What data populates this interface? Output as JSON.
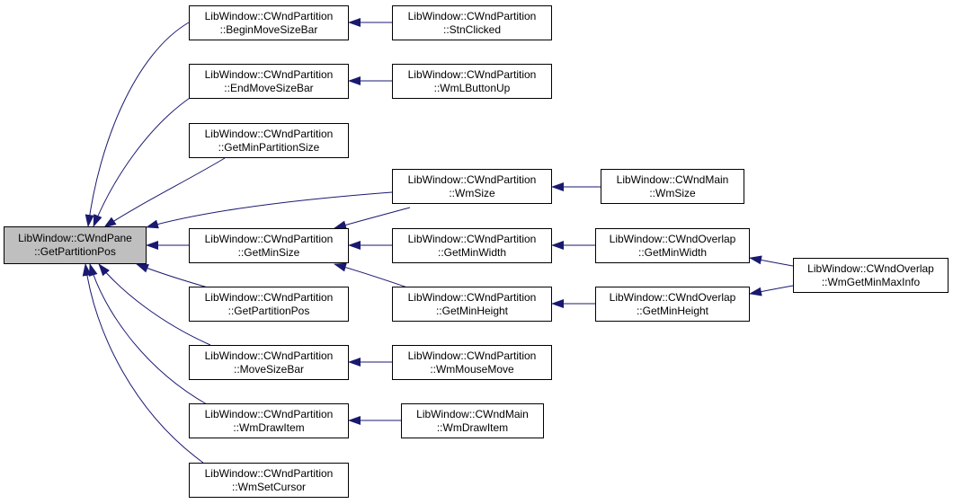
{
  "colors": {
    "root_fill": "#bfbfbf",
    "node_fill": "#ffffff",
    "edge": "#191970",
    "border": "#000000"
  },
  "nodes": {
    "root": {
      "line1": "LibWindow::CWndPane",
      "line2": "::GetPartitionPos"
    },
    "begin_move_size_bar": {
      "line1": "LibWindow::CWndPartition",
      "line2": "::BeginMoveSizeBar"
    },
    "stn_clicked": {
      "line1": "LibWindow::CWndPartition",
      "line2": "::StnClicked"
    },
    "end_move_size_bar": {
      "line1": "LibWindow::CWndPartition",
      "line2": "::EndMoveSizeBar"
    },
    "wm_lbutton_up": {
      "line1": "LibWindow::CWndPartition",
      "line2": "::WmLButtonUp"
    },
    "get_min_partition_size": {
      "line1": "LibWindow::CWndPartition",
      "line2": "::GetMinPartitionSize"
    },
    "partition_wm_size": {
      "line1": "LibWindow::CWndPartition",
      "line2": "::WmSize"
    },
    "main_wm_size": {
      "line1": "LibWindow::CWndMain",
      "line2": "::WmSize"
    },
    "get_min_size": {
      "line1": "LibWindow::CWndPartition",
      "line2": "::GetMinSize"
    },
    "partition_get_min_width": {
      "line1": "LibWindow::CWndPartition",
      "line2": "::GetMinWidth"
    },
    "overlap_get_min_width": {
      "line1": "LibWindow::CWndOverlap",
      "line2": "::GetMinWidth"
    },
    "overlap_wm_get_min_max_info": {
      "line1": "LibWindow::CWndOverlap",
      "line2": "::WmGetMinMaxInfo"
    },
    "partition_get_partition_pos": {
      "line1": "LibWindow::CWndPartition",
      "line2": "::GetPartitionPos"
    },
    "partition_get_min_height": {
      "line1": "LibWindow::CWndPartition",
      "line2": "::GetMinHeight"
    },
    "overlap_get_min_height": {
      "line1": "LibWindow::CWndOverlap",
      "line2": "::GetMinHeight"
    },
    "move_size_bar": {
      "line1": "LibWindow::CWndPartition",
      "line2": "::MoveSizeBar"
    },
    "wm_mouse_move": {
      "line1": "LibWindow::CWndPartition",
      "line2": "::WmMouseMove"
    },
    "partition_wm_draw_item": {
      "line1": "LibWindow::CWndPartition",
      "line2": "::WmDrawItem"
    },
    "main_wm_draw_item": {
      "line1": "LibWindow::CWndMain",
      "line2": "::WmDrawItem"
    },
    "wm_set_cursor": {
      "line1": "LibWindow::CWndPartition",
      "line2": "::WmSetCursor"
    }
  },
  "edges": [
    [
      "begin_move_size_bar",
      "root"
    ],
    [
      "end_move_size_bar",
      "root"
    ],
    [
      "get_min_partition_size",
      "root"
    ],
    [
      "partition_wm_size",
      "root"
    ],
    [
      "get_min_size",
      "root"
    ],
    [
      "partition_get_partition_pos",
      "root"
    ],
    [
      "move_size_bar",
      "root"
    ],
    [
      "partition_wm_draw_item",
      "root"
    ],
    [
      "wm_set_cursor",
      "root"
    ],
    [
      "stn_clicked",
      "begin_move_size_bar"
    ],
    [
      "wm_lbutton_up",
      "end_move_size_bar"
    ],
    [
      "partition_wm_size",
      "get_min_size"
    ],
    [
      "partition_get_min_width",
      "get_min_size"
    ],
    [
      "partition_get_min_height",
      "get_min_size"
    ],
    [
      "main_wm_size",
      "partition_wm_size"
    ],
    [
      "overlap_get_min_width",
      "partition_get_min_width"
    ],
    [
      "overlap_get_min_height",
      "partition_get_min_height"
    ],
    [
      "overlap_wm_get_min_max_info",
      "overlap_get_min_width"
    ],
    [
      "overlap_wm_get_min_max_info",
      "overlap_get_min_height"
    ],
    [
      "wm_mouse_move",
      "move_size_bar"
    ],
    [
      "main_wm_draw_item",
      "partition_wm_draw_item"
    ]
  ]
}
